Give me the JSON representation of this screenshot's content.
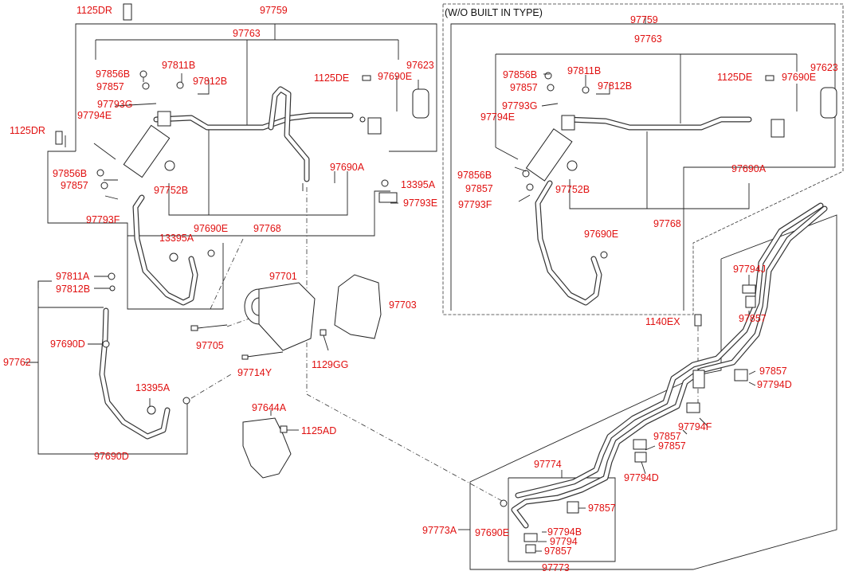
{
  "diagram": {
    "section_header": "(W/O BUILT IN TYPE)",
    "left_labels": {
      "l_1125DR_top": "1125DR",
      "l_97759": "97759",
      "l_97763": "97763",
      "l_97811B": "97811B",
      "l_97856B_a": "97856B",
      "l_97812B": "97812B",
      "l_97857_a": "97857",
      "l_97793G": "97793G",
      "l_97794E": "97794E",
      "l_1125DE": "1125DE",
      "l_97690E_a": "97690E",
      "l_97623": "97623",
      "l_1125DR_mid": "1125DR",
      "l_97856B_b": "97856B",
      "l_97857_b": "97857",
      "l_97752B": "97752B",
      "l_97690A": "97690A",
      "l_13395A_a": "13395A",
      "l_97793F": "97793F",
      "l_97793E": "97793E",
      "l_13395A_b": "13395A",
      "l_97690E_b": "97690E",
      "l_97768": "97768",
      "l_97811A": "97811A",
      "l_97812B_b": "97812B",
      "l_97701": "97701",
      "l_97703": "97703",
      "l_97762": "97762",
      "l_97690D_a": "97690D",
      "l_97705": "97705",
      "l_97714Y": "97714Y",
      "l_1129GG": "1129GG",
      "l_13395A_c": "13395A",
      "l_97644A": "97644A",
      "l_1125AD": "1125AD",
      "l_97690D_b": "97690D"
    },
    "right_labels": {
      "r_97759": "97759",
      "r_97763": "97763",
      "r_97856B": "97856B",
      "r_97811B": "97811B",
      "r_97857": "97857",
      "r_97812B": "97812B",
      "r_97793G": "97793G",
      "r_97794E": "97794E",
      "r_1125DE": "1125DE",
      "r_97690E": "97690E",
      "r_97623": "97623",
      "r_97856B_b": "97856B",
      "r_97857_b": "97857",
      "r_97752B": "97752B",
      "r_97690A": "97690A",
      "r_97793F": "97793F",
      "r_97768": "97768",
      "r_97690E_b": "97690E"
    },
    "lower_right_labels": {
      "b_97794J": "97794J",
      "b_1140EX": "1140EX",
      "b_97857_a": "97857",
      "b_97857_b": "97857",
      "b_97794D_a": "97794D",
      "b_97794F": "97794F",
      "b_97857_c": "97857",
      "b_97857_d": "97857",
      "b_97794D_b": "97794D",
      "b_97774": "97774",
      "b_97857_e": "97857",
      "b_97773A": "97773A",
      "b_97690E": "97690E",
      "b_97794B": "97794B",
      "b_97794": "97794",
      "b_97857_f": "97857",
      "b_97773": "97773"
    }
  }
}
